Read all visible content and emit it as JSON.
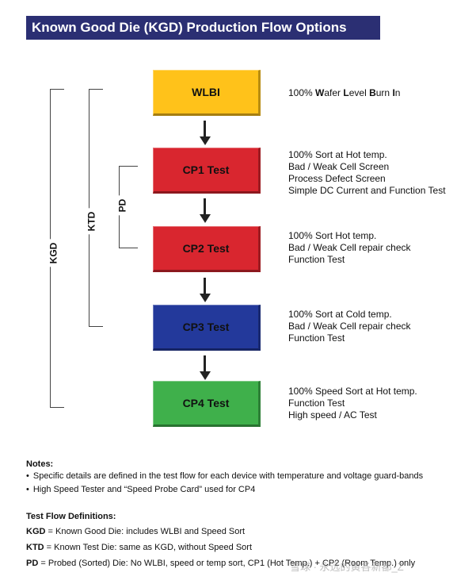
{
  "title": "Known Good Die (KGD) Production Flow Options",
  "steps": [
    {
      "label": "WLBI",
      "desc": [
        "100% Wafer Level Burn In"
      ]
    },
    {
      "label": "CP1 Test",
      "desc": [
        "100% Sort at Hot temp.",
        "Bad / Weak Cell Screen",
        "Process Defect Screen",
        "Simple DC Current and Function Test"
      ]
    },
    {
      "label": "CP2 Test",
      "desc": [
        "100% Sort Hot temp.",
        "Bad / Weak Cell repair check",
        "Function Test"
      ]
    },
    {
      "label": "CP3 Test",
      "desc": [
        "100%  Sort  at Cold temp.",
        "Bad / Weak Cell repair check",
        "Function Test"
      ]
    },
    {
      "label": "CP4 Test",
      "desc": [
        "100% Speed Sort  at Hot temp.",
        "Function Test",
        "High speed / AC Test"
      ]
    }
  ],
  "wlbi_desc_parts": {
    "p1": "100% ",
    "w": "W",
    "p2": "afer ",
    "l": "L",
    "p3": "evel ",
    "b": "B",
    "p4": "urn ",
    "i": "I",
    "p5": "n"
  },
  "brackets": {
    "kgd": "KGD",
    "ktd": "KTD",
    "pd": "PD"
  },
  "notes": {
    "heading": "Notes:",
    "items": [
      "Specific details are defined in the test flow for each device with temperature and voltage guard-bands",
      "High Speed Tester and “Speed Probe Card” used for CP4"
    ]
  },
  "definitions": {
    "heading": "Test Flow Definitions:",
    "items": [
      {
        "term": "KGD",
        "text": " = Known Good Die: includes WLBI and Speed Sort"
      },
      {
        "term": "KTD",
        "text": " =  Known Test Die: same as KGD, without Speed Sort"
      },
      {
        "term": "PD",
        "text": " = Probed (Sorted) Die: No WLBI, speed or temp sort, CP1 (Hot Temp.) + CP2 (Room Temp.) only"
      }
    ]
  },
  "watermark": "雪球 · 永远的黄各新都_Z",
  "colors": {
    "title_bg": "#2b2f73",
    "wlbi": "#ffc21a",
    "cp1": "#d9262f",
    "cp2": "#d9262f",
    "cp3": "#23399b",
    "cp4": "#3fb04b"
  }
}
